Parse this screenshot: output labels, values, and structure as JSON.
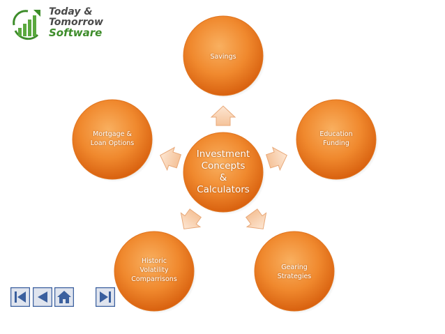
{
  "logo": {
    "line1": "Today &",
    "line2": "Tomorrow",
    "line3": "Software",
    "icon": "growth-bars-icon"
  },
  "center": {
    "lines": [
      "Investment",
      "Concepts",
      "&",
      "Calculators"
    ]
  },
  "nodes": {
    "savings": {
      "lines": [
        "Savings"
      ]
    },
    "education": {
      "lines": [
        "Education",
        "Funding"
      ]
    },
    "gearing": {
      "lines": [
        "Gearing",
        "Strategies"
      ]
    },
    "historic": {
      "lines": [
        "Historic",
        "Volatility",
        "Comparrisons"
      ]
    },
    "mortgage": {
      "lines": [
        "Mortgage &",
        "Loan Options"
      ]
    }
  },
  "navigation": {
    "buttons": [
      "first-slide-icon",
      "previous-slide-icon",
      "home-icon",
      "last-slide-icon"
    ]
  },
  "colors": {
    "circle_light": "#f7a049",
    "circle_dark": "#d9600e",
    "arrow_light": "#fbdcc0",
    "arrow_stroke": "#e8a878",
    "nav_blue": "#3a5f9e",
    "logo_green": "#3d8c2a"
  }
}
